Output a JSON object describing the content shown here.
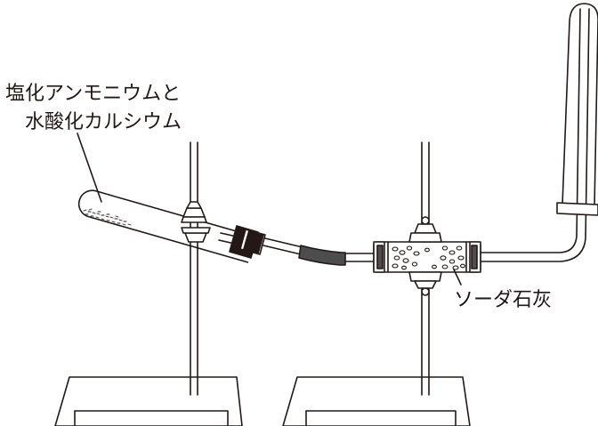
{
  "labels": {
    "reagent_line1": "塩化アンモニウムと",
    "reagent_line2": "水酸化カルシウム",
    "soda_lime": "ソーダ石灰"
  },
  "colors": {
    "ink": "#231815",
    "paper": "#ffffff",
    "rubber_tube": "#4d4d4d",
    "stopper": "#231815"
  }
}
